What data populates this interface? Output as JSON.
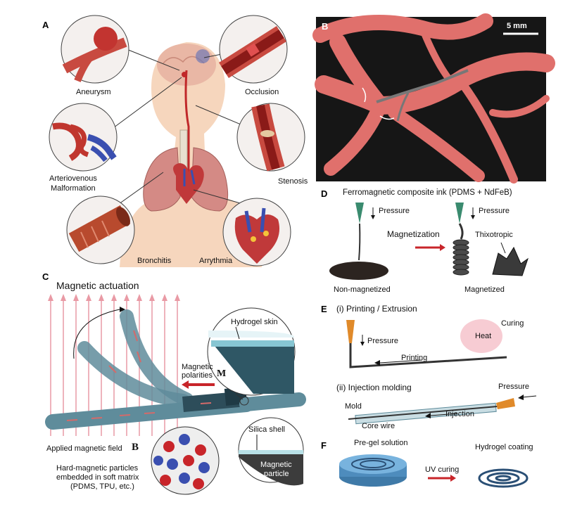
{
  "panels": {
    "a": {
      "letter": "A",
      "labels": {
        "aneurysm": "Aneurysm",
        "occlusion": "Occlusion",
        "avm_line1": "Arteriovenous",
        "avm_line2": "Malformation",
        "stenosis": "Stenosis",
        "bronchitis": "Bronchitis",
        "arrythmia": "Arrythmia"
      }
    },
    "b": {
      "letter": "B",
      "scale_bar": "5 mm"
    },
    "c": {
      "letter": "C",
      "title": "Magnetic actuation",
      "hydrogel_skin": "Hydrogel skin",
      "polarities_line1": "Magnetic",
      "polarities_line2": "polarities",
      "polarities_symbol": "M",
      "applied_field": "Applied magnetic field",
      "applied_field_symbol": "B",
      "particles_line1": "Hard-magnetic particles",
      "particles_line2": "embedded in soft matrix",
      "particles_line3": "(PDMS, TPU, etc.)",
      "silica_shell": "Silica shell",
      "magnetic_particle_line1": "Magnetic",
      "magnetic_particle_line2": "particle"
    },
    "d": {
      "letter": "D",
      "title": "Ferromagnetic composite ink (PDMS + NdFeB)",
      "pressure_left": "Pressure",
      "pressure_right": "Pressure",
      "magnetization": "Magnetization",
      "thixotropic": "Thixotropic",
      "non_magnetized": "Non-magnetized",
      "magnetized": "Magnetized"
    },
    "e": {
      "letter": "E",
      "printing_title": "(i)  Printing / Extrusion",
      "pressure": "Pressure",
      "printing": "Printing",
      "heat": "Heat",
      "curing": "Curing",
      "injection_title": "(ii)  Injection molding",
      "pressure_inj": "Pressure",
      "mold": "Mold",
      "core_wire": "Core wire",
      "injection": "Injection"
    },
    "f": {
      "letter": "F",
      "pregel": "Pre-gel solution",
      "uv_curing": "UV curing",
      "hydrogel_coating": "Hydrogel coating"
    }
  },
  "colors": {
    "vessel": "#e8857a",
    "vessel_dark": "#b5302c",
    "body": "#f6d6bd",
    "catheter": "#5f8c9b",
    "field_line": "#e99aa5",
    "arrow_red": "#c8252a"
  }
}
